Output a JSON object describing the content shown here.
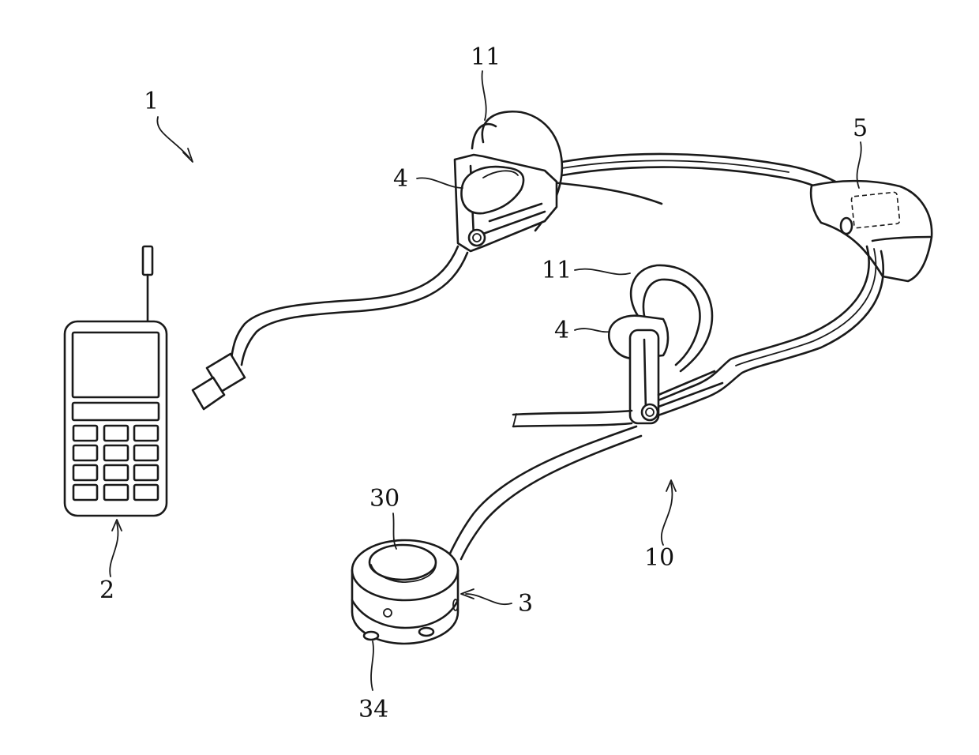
{
  "labels": {
    "system": "1",
    "terminal": "2",
    "controller": "3",
    "earpiece_upper": "4",
    "earpiece_lower": "4",
    "band_unit": "5",
    "headset": "10",
    "ear_hook_upper": "11",
    "ear_hook_lower": "11",
    "controller_button": "30",
    "controller_feet": "34"
  }
}
